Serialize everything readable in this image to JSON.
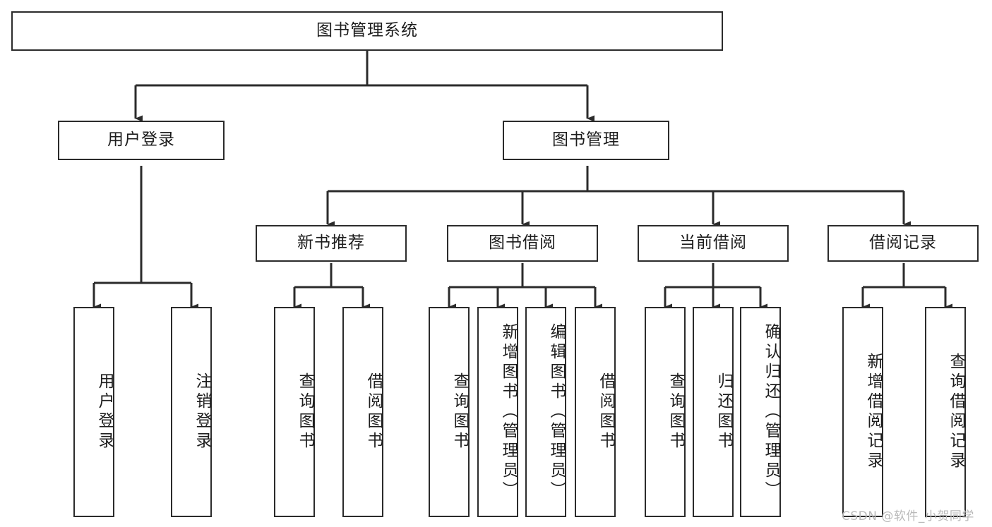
{
  "diagram": {
    "title": "图书管理系统",
    "type": "tree-hierarchy-chart",
    "colors": {
      "stroke": "#2b2b2b",
      "fill": "#ffffff",
      "text": "#1d1d1d",
      "watermark": "#b9b9b9"
    },
    "root": {
      "label": "图书管理系统"
    },
    "level2": [
      {
        "label": "用户登录"
      },
      {
        "label": "图书管理"
      }
    ],
    "level3": [
      {
        "label": "新书推荐"
      },
      {
        "label": "图书借阅"
      },
      {
        "label": "当前借阅"
      },
      {
        "label": "借阅记录"
      }
    ],
    "leaves": [
      {
        "label": "用户登录",
        "parent": "用户登录"
      },
      {
        "label": "注销登录",
        "parent": "用户登录"
      },
      {
        "label": "查询图书",
        "parent": "新书推荐"
      },
      {
        "label": "借阅图书",
        "parent": "新书推荐"
      },
      {
        "label": "查询图书",
        "parent": "图书借阅"
      },
      {
        "label": "新增图书（管理员）",
        "parent": "图书借阅"
      },
      {
        "label": "编辑图书（管理员）",
        "parent": "图书借阅"
      },
      {
        "label": "借阅图书",
        "parent": "图书借阅"
      },
      {
        "label": "查询图书",
        "parent": "当前借阅"
      },
      {
        "label": "归还图书",
        "parent": "当前借阅"
      },
      {
        "label": "确认归还（管理员）",
        "parent": "当前借阅"
      },
      {
        "label": "新增借阅记录",
        "parent": "借阅记录"
      },
      {
        "label": "查询借阅记录",
        "parent": "借阅记录"
      }
    ],
    "watermark": "CSDN @软件_小贺同学"
  }
}
